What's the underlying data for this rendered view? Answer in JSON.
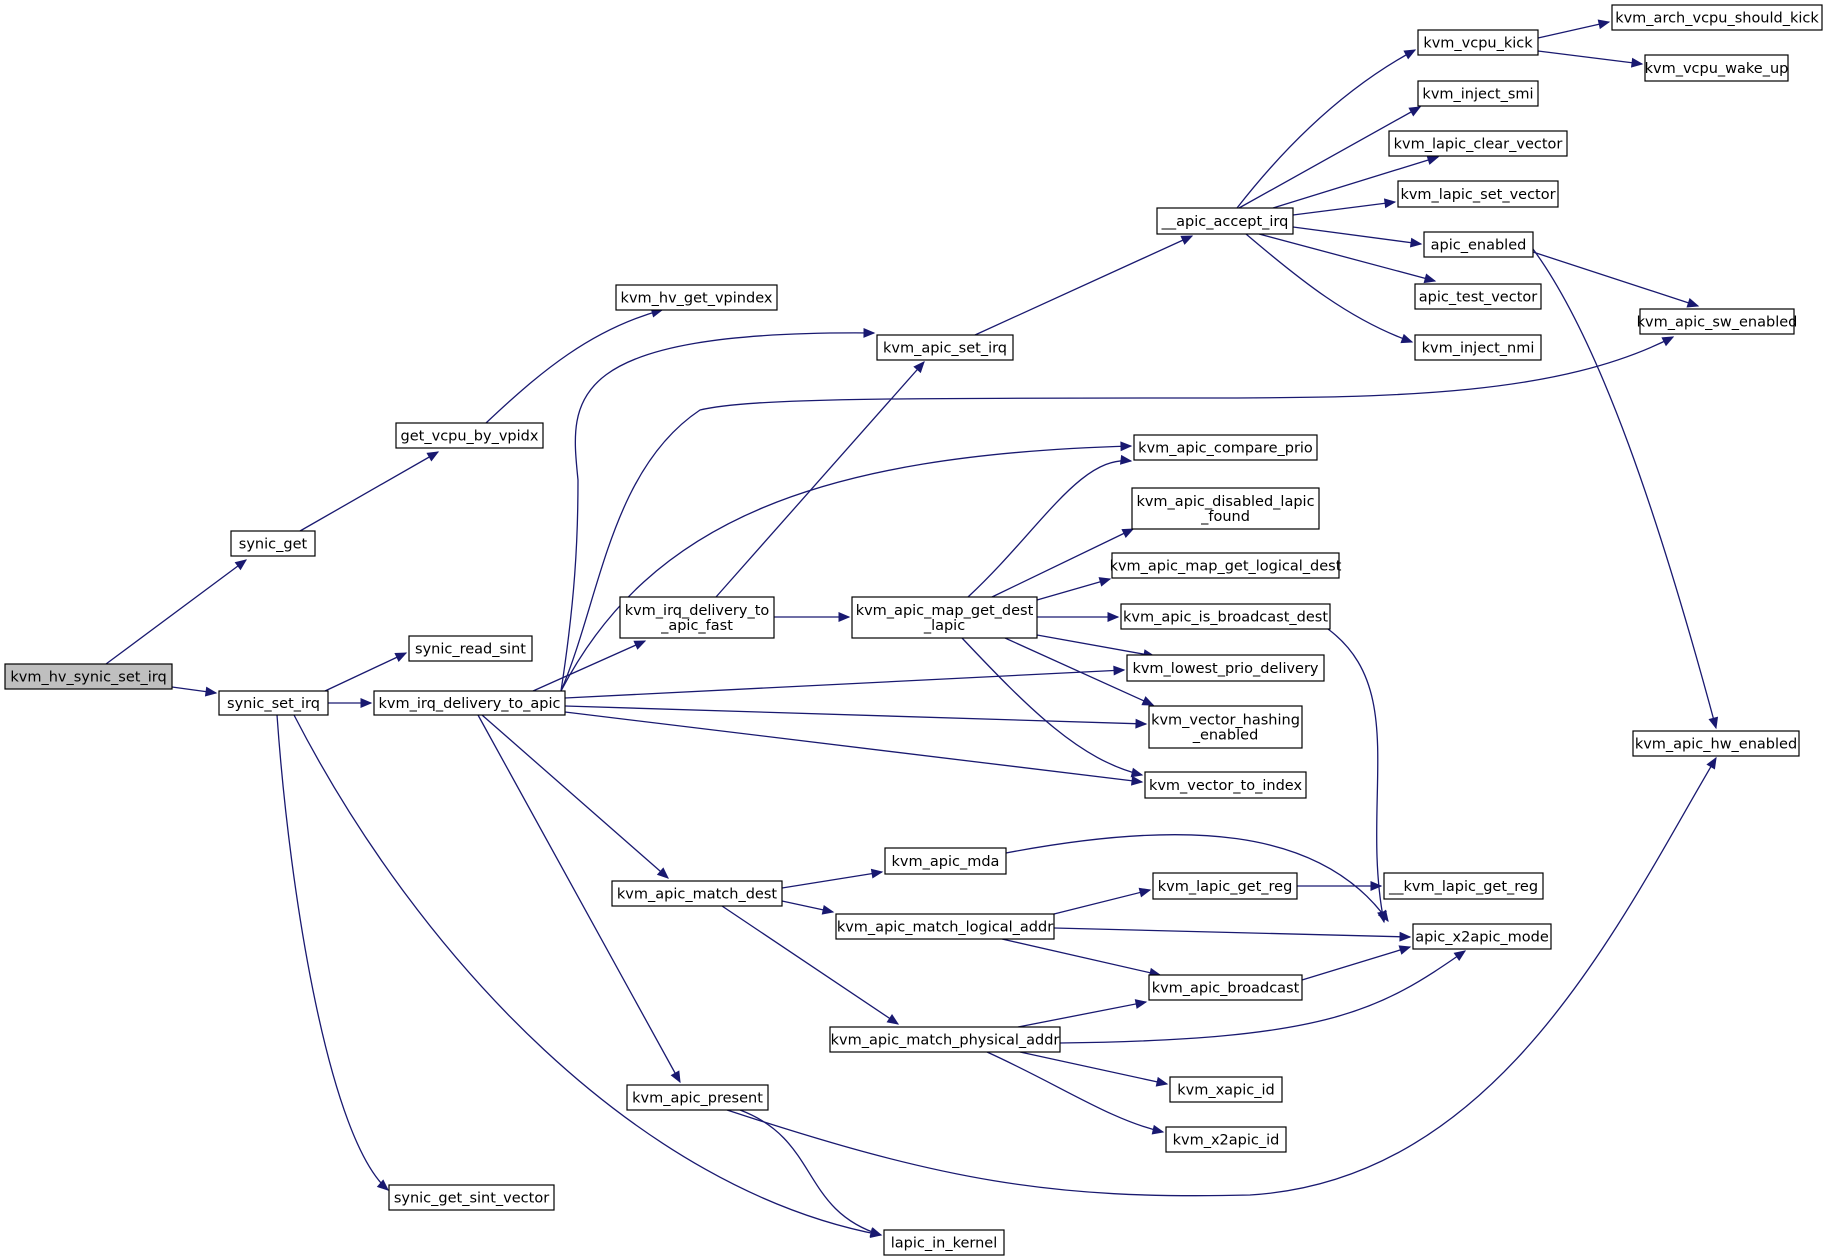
{
  "diagram": {
    "colors": {
      "node_fill": "#ffffff",
      "root_fill": "#bfbfbf",
      "node_border": "#000000",
      "edge": "#191970",
      "text": "#000000"
    },
    "nodes": [
      {
        "id": "kvm_hv_synic_set_irq",
        "lines": [
          "kvm_hv_synic_set_irq"
        ],
        "root": true
      },
      {
        "id": "synic_get",
        "lines": [
          "synic_get"
        ]
      },
      {
        "id": "synic_set_irq",
        "lines": [
          "synic_set_irq"
        ]
      },
      {
        "id": "get_vcpu_by_vpidx",
        "lines": [
          "get_vcpu_by_vpidx"
        ]
      },
      {
        "id": "kvm_hv_get_vpindex",
        "lines": [
          "kvm_hv_get_vpindex"
        ]
      },
      {
        "id": "synic_read_sint",
        "lines": [
          "synic_read_sint"
        ]
      },
      {
        "id": "kvm_irq_delivery_to_apic",
        "lines": [
          "kvm_irq_delivery_to_apic"
        ]
      },
      {
        "id": "synic_get_sint_vector",
        "lines": [
          "synic_get_sint_vector"
        ]
      },
      {
        "id": "lapic_in_kernel",
        "lines": [
          "lapic_in_kernel"
        ]
      },
      {
        "id": "kvm_apic_set_irq",
        "lines": [
          "kvm_apic_set_irq"
        ]
      },
      {
        "id": "kvm_irq_delivery_to_apic_fast",
        "lines": [
          "kvm_irq_delivery_to",
          "_apic_fast"
        ]
      },
      {
        "id": "kvm_apic_match_dest",
        "lines": [
          "kvm_apic_match_dest"
        ]
      },
      {
        "id": "kvm_apic_present",
        "lines": [
          "kvm_apic_present"
        ]
      },
      {
        "id": "kvm_apic_map_get_dest_lapic",
        "lines": [
          "kvm_apic_map_get_dest",
          "_lapic"
        ]
      },
      {
        "id": "kvm_apic_mda",
        "lines": [
          "kvm_apic_mda"
        ]
      },
      {
        "id": "kvm_apic_match_logical_addr",
        "lines": [
          "kvm_apic_match_logical_addr"
        ]
      },
      {
        "id": "kvm_apic_match_physical_addr",
        "lines": [
          "kvm_apic_match_physical_addr"
        ]
      },
      {
        "id": "__apic_accept_irq",
        "lines": [
          "__apic_accept_irq"
        ]
      },
      {
        "id": "kvm_apic_compare_prio",
        "lines": [
          "kvm_apic_compare_prio"
        ]
      },
      {
        "id": "kvm_apic_disabled_lapic_found",
        "lines": [
          "kvm_apic_disabled_lapic",
          "_found"
        ]
      },
      {
        "id": "kvm_apic_map_get_logical_dest",
        "lines": [
          "kvm_apic_map_get_logical_dest"
        ]
      },
      {
        "id": "kvm_apic_is_broadcast_dest",
        "lines": [
          "kvm_apic_is_broadcast_dest"
        ]
      },
      {
        "id": "kvm_lowest_prio_delivery",
        "lines": [
          "kvm_lowest_prio_delivery"
        ]
      },
      {
        "id": "kvm_vector_hashing_enabled",
        "lines": [
          "kvm_vector_hashing",
          "_enabled"
        ]
      },
      {
        "id": "kvm_vector_to_index",
        "lines": [
          "kvm_vector_to_index"
        ]
      },
      {
        "id": "kvm_lapic_get_reg",
        "lines": [
          "kvm_lapic_get_reg"
        ]
      },
      {
        "id": "kvm_apic_broadcast",
        "lines": [
          "kvm_apic_broadcast"
        ]
      },
      {
        "id": "kvm_xapic_id",
        "lines": [
          "kvm_xapic_id"
        ]
      },
      {
        "id": "kvm_x2apic_id",
        "lines": [
          "kvm_x2apic_id"
        ]
      },
      {
        "id": "kvm_vcpu_kick",
        "lines": [
          "kvm_vcpu_kick"
        ]
      },
      {
        "id": "kvm_inject_smi",
        "lines": [
          "kvm_inject_smi"
        ]
      },
      {
        "id": "kvm_lapic_clear_vector",
        "lines": [
          "kvm_lapic_clear_vector"
        ]
      },
      {
        "id": "kvm_lapic_set_vector",
        "lines": [
          "kvm_lapic_set_vector"
        ]
      },
      {
        "id": "apic_enabled",
        "lines": [
          "apic_enabled"
        ]
      },
      {
        "id": "apic_test_vector",
        "lines": [
          "apic_test_vector"
        ]
      },
      {
        "id": "kvm_inject_nmi",
        "lines": [
          "kvm_inject_nmi"
        ]
      },
      {
        "id": "__kvm_lapic_get_reg",
        "lines": [
          "__kvm_lapic_get_reg"
        ]
      },
      {
        "id": "apic_x2apic_mode",
        "lines": [
          "apic_x2apic_mode"
        ]
      },
      {
        "id": "kvm_arch_vcpu_should_kick",
        "lines": [
          "kvm_arch_vcpu_should_kick"
        ]
      },
      {
        "id": "kvm_vcpu_wake_up",
        "lines": [
          "kvm_vcpu_wake_up"
        ]
      },
      {
        "id": "kvm_apic_sw_enabled",
        "lines": [
          "kvm_apic_sw_enabled"
        ]
      },
      {
        "id": "kvm_apic_hw_enabled",
        "lines": [
          "kvm_apic_hw_enabled"
        ]
      }
    ],
    "edges": [
      [
        "kvm_hv_synic_set_irq",
        "synic_get"
      ],
      [
        "kvm_hv_synic_set_irq",
        "synic_set_irq"
      ],
      [
        "synic_get",
        "get_vcpu_by_vpidx"
      ],
      [
        "get_vcpu_by_vpidx",
        "kvm_hv_get_vpindex"
      ],
      [
        "synic_set_irq",
        "synic_read_sint"
      ],
      [
        "synic_set_irq",
        "kvm_irq_delivery_to_apic"
      ],
      [
        "synic_set_irq",
        "synic_get_sint_vector"
      ],
      [
        "synic_set_irq",
        "lapic_in_kernel"
      ],
      [
        "kvm_irq_delivery_to_apic",
        "kvm_apic_set_irq"
      ],
      [
        "kvm_irq_delivery_to_apic",
        "kvm_apic_sw_enabled"
      ],
      [
        "kvm_irq_delivery_to_apic",
        "kvm_apic_compare_prio"
      ],
      [
        "kvm_irq_delivery_to_apic",
        "kvm_irq_delivery_to_apic_fast"
      ],
      [
        "kvm_irq_delivery_to_apic",
        "kvm_lowest_prio_delivery"
      ],
      [
        "kvm_irq_delivery_to_apic",
        "kvm_vector_hashing_enabled"
      ],
      [
        "kvm_irq_delivery_to_apic",
        "kvm_vector_to_index"
      ],
      [
        "kvm_irq_delivery_to_apic",
        "kvm_apic_match_dest"
      ],
      [
        "kvm_irq_delivery_to_apic",
        "kvm_apic_present"
      ],
      [
        "kvm_irq_delivery_to_apic_fast",
        "kvm_apic_set_irq"
      ],
      [
        "kvm_irq_delivery_to_apic_fast",
        "kvm_apic_map_get_dest_lapic"
      ],
      [
        "kvm_apic_set_irq",
        "__apic_accept_irq"
      ],
      [
        "kvm_apic_map_get_dest_lapic",
        "kvm_apic_compare_prio"
      ],
      [
        "kvm_apic_map_get_dest_lapic",
        "kvm_apic_disabled_lapic_found"
      ],
      [
        "kvm_apic_map_get_dest_lapic",
        "kvm_apic_map_get_logical_dest"
      ],
      [
        "kvm_apic_map_get_dest_lapic",
        "kvm_apic_is_broadcast_dest"
      ],
      [
        "kvm_apic_map_get_dest_lapic",
        "kvm_lowest_prio_delivery"
      ],
      [
        "kvm_apic_map_get_dest_lapic",
        "kvm_vector_hashing_enabled"
      ],
      [
        "kvm_apic_map_get_dest_lapic",
        "kvm_vector_to_index"
      ],
      [
        "kvm_apic_is_broadcast_dest",
        "apic_x2apic_mode"
      ],
      [
        "kvm_apic_match_dest",
        "kvm_apic_mda"
      ],
      [
        "kvm_apic_match_dest",
        "kvm_apic_match_logical_addr"
      ],
      [
        "kvm_apic_match_dest",
        "kvm_apic_match_physical_addr"
      ],
      [
        "kvm_apic_mda",
        "apic_x2apic_mode"
      ],
      [
        "kvm_apic_match_logical_addr",
        "kvm_lapic_get_reg"
      ],
      [
        "kvm_apic_match_logical_addr",
        "apic_x2apic_mode"
      ],
      [
        "kvm_apic_match_logical_addr",
        "kvm_apic_broadcast"
      ],
      [
        "kvm_apic_match_physical_addr",
        "kvm_apic_broadcast"
      ],
      [
        "kvm_apic_match_physical_addr",
        "apic_x2apic_mode"
      ],
      [
        "kvm_apic_match_physical_addr",
        "kvm_xapic_id"
      ],
      [
        "kvm_apic_match_physical_addr",
        "kvm_x2apic_id"
      ],
      [
        "kvm_lapic_get_reg",
        "__kvm_lapic_get_reg"
      ],
      [
        "kvm_apic_broadcast",
        "apic_x2apic_mode"
      ],
      [
        "kvm_apic_present",
        "kvm_apic_hw_enabled"
      ],
      [
        "kvm_apic_present",
        "lapic_in_kernel"
      ],
      [
        "__apic_accept_irq",
        "kvm_vcpu_kick"
      ],
      [
        "__apic_accept_irq",
        "kvm_inject_smi"
      ],
      [
        "__apic_accept_irq",
        "kvm_lapic_clear_vector"
      ],
      [
        "__apic_accept_irq",
        "kvm_lapic_set_vector"
      ],
      [
        "__apic_accept_irq",
        "apic_enabled"
      ],
      [
        "__apic_accept_irq",
        "apic_test_vector"
      ],
      [
        "__apic_accept_irq",
        "kvm_inject_nmi"
      ],
      [
        "kvm_vcpu_kick",
        "kvm_arch_vcpu_should_kick"
      ],
      [
        "kvm_vcpu_kick",
        "kvm_vcpu_wake_up"
      ],
      [
        "apic_enabled",
        "kvm_apic_sw_enabled"
      ],
      [
        "apic_enabled",
        "kvm_apic_hw_enabled"
      ]
    ]
  }
}
